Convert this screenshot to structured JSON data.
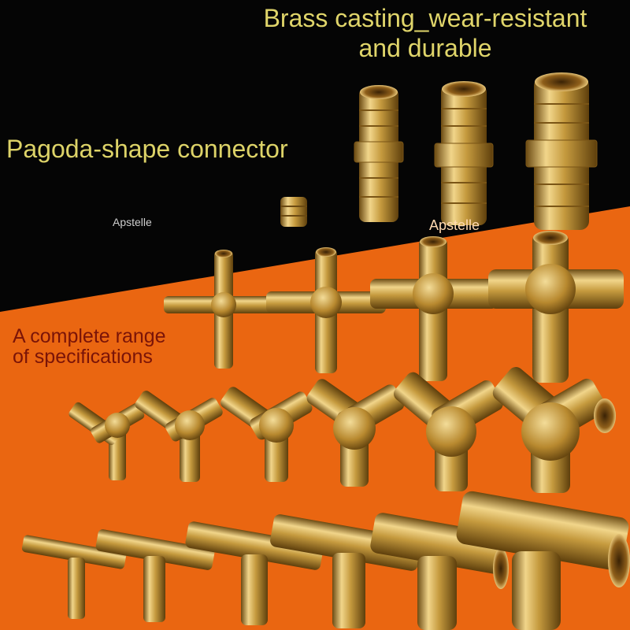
{
  "headline": {
    "line1": "Brass casting_wear-resistant",
    "line2": "and durable"
  },
  "feature_label": "Pagoda-shape connector",
  "range_label": {
    "line1": "A complete range",
    "line2": "of specifications"
  },
  "watermarks": [
    "Apstelle",
    "Apstelle"
  ],
  "colors": {
    "background_dark": "#050505",
    "background_orange": "#ea6611",
    "headline_text": "#e0d56a",
    "range_text": "#7a1408",
    "brass": "#c9a24a"
  }
}
